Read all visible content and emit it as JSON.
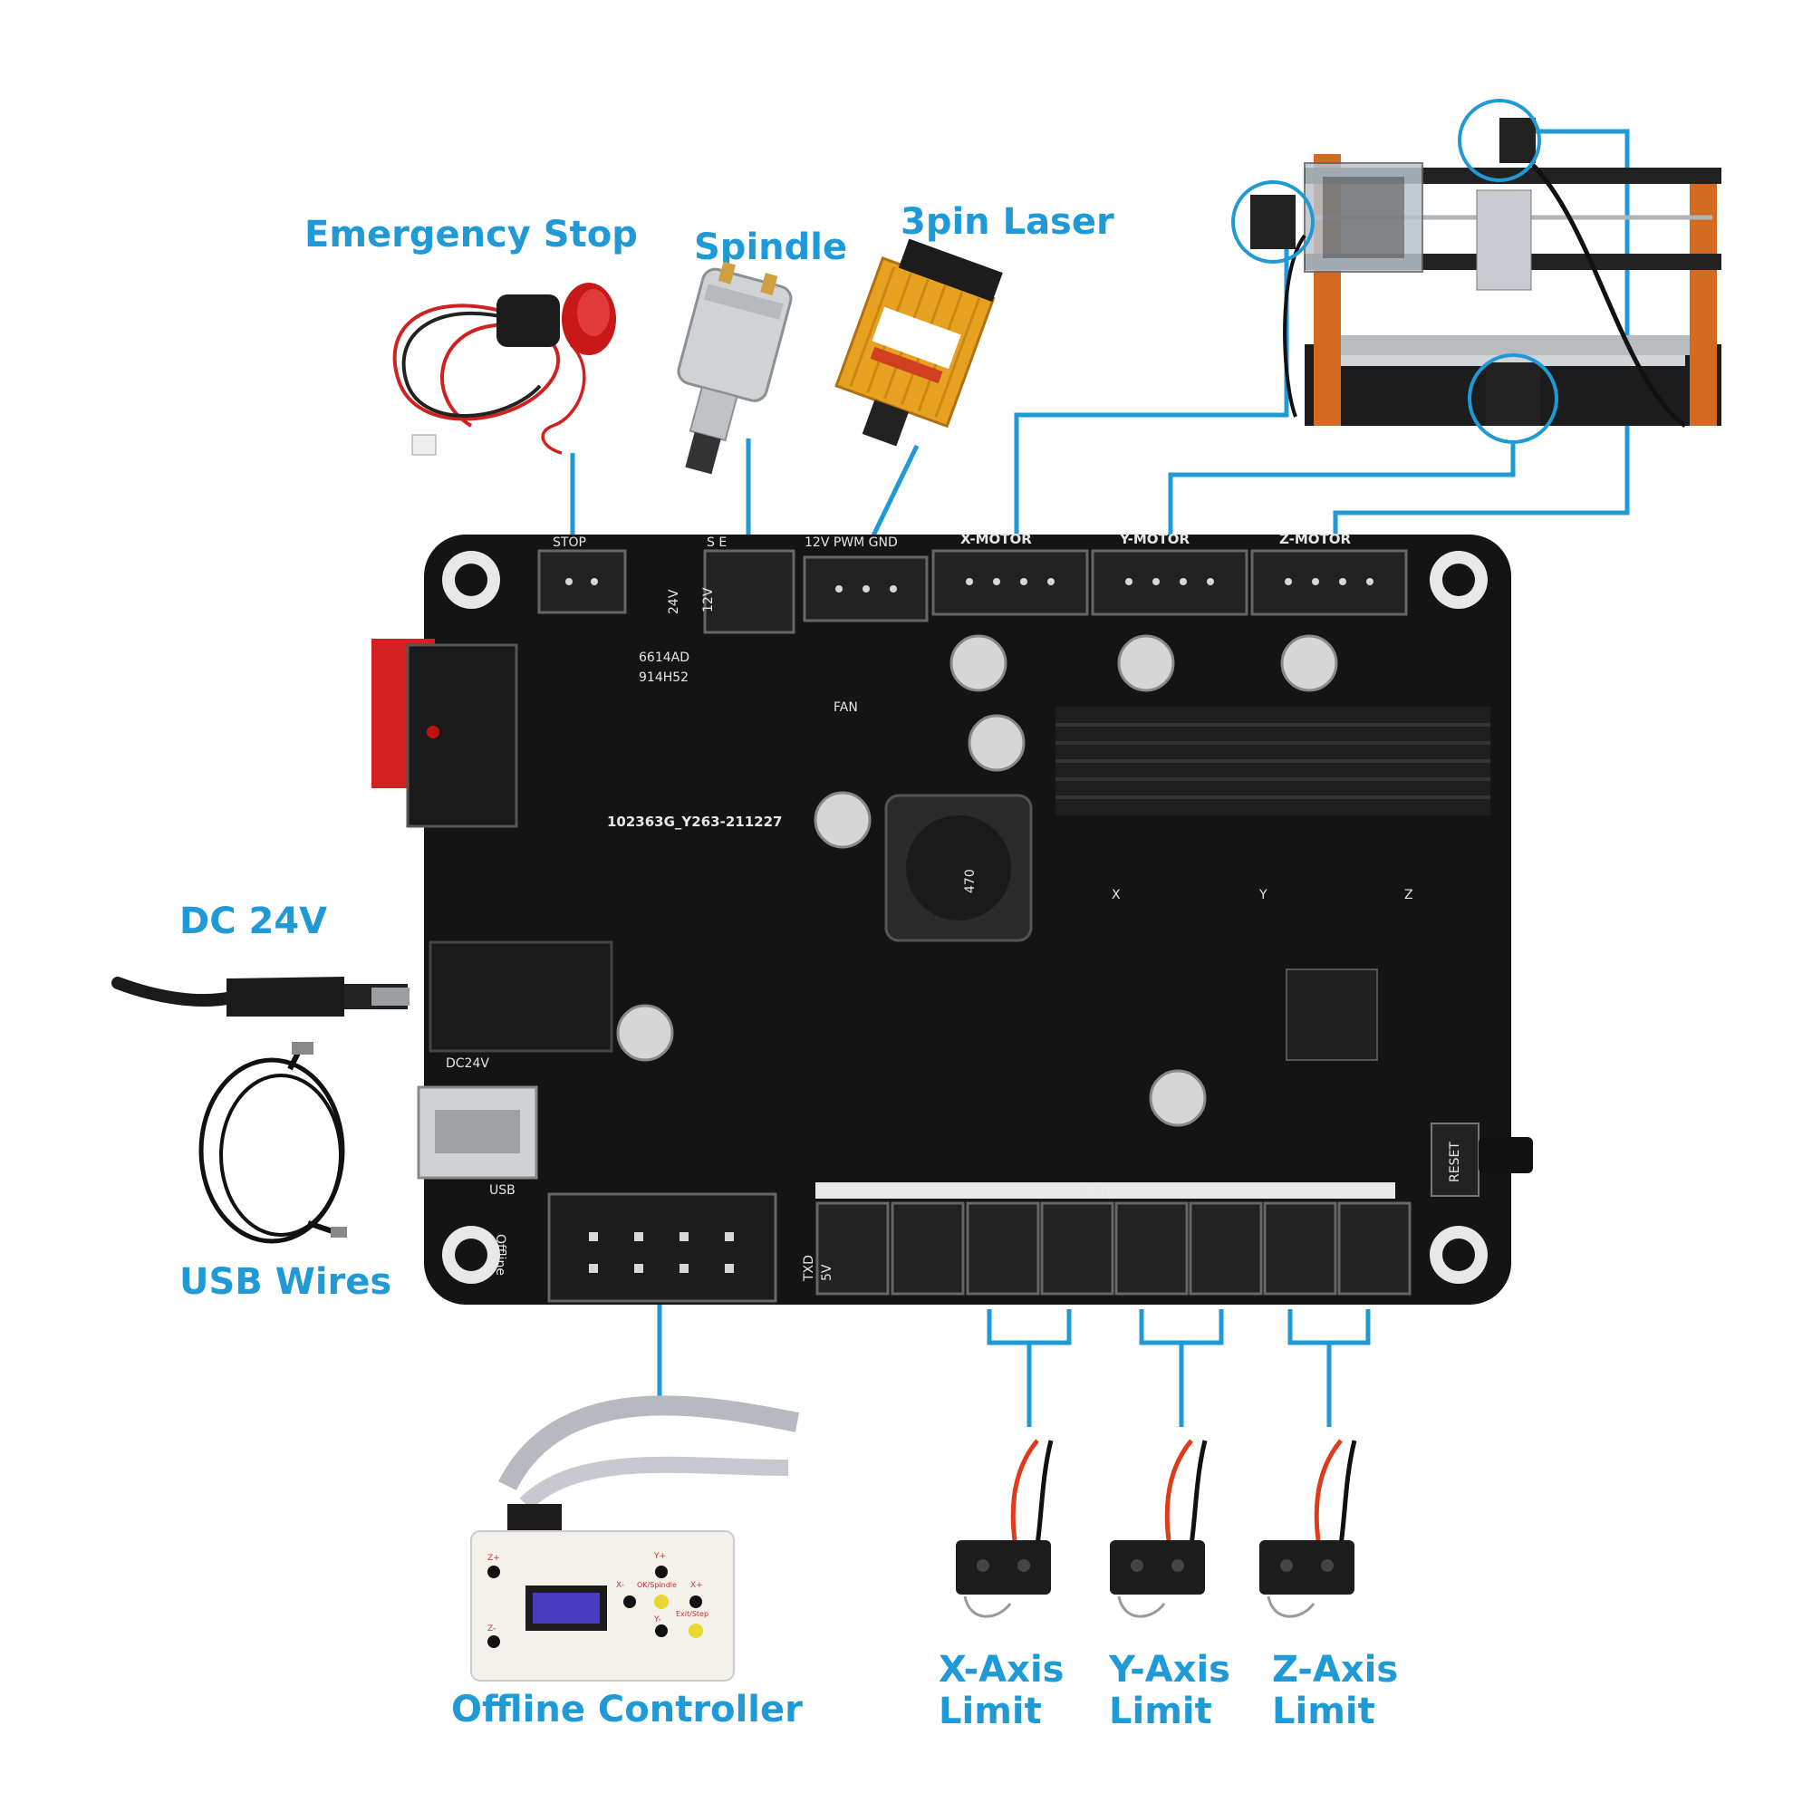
{
  "labels": {
    "emergency_stop": "Emergency Stop",
    "spindle": "Spindle",
    "laser": "3pin Laser",
    "dc_24v": "DC 24V",
    "usb_wires": "USB Wires",
    "offline_controller": "Offline Controller",
    "x_limit_1": "X-Axis",
    "x_limit_2": "Limit",
    "y_limit_1": "Y-Axis",
    "y_limit_2": "Limit",
    "z_limit_1": "Z-Axis",
    "z_limit_2": "Limit"
  },
  "board": {
    "stop": "STOP",
    "spindle_conn": "S       E",
    "laser_conn": "12V PWM GND",
    "x_motor": "X-MOTOR",
    "y_motor": "Y-MOTOR",
    "z_motor": "Z-MOTOR",
    "v24": "24V",
    "v12": "12V",
    "fan": "FAN",
    "pcb_id": "102363G_Y263-211227",
    "dc24v": "DC24V",
    "usb": "USB",
    "reset": "RESET",
    "gnd": "GND",
    "offline": "Offline",
    "txd": "TXD",
    "v5": "5V",
    "x": "X",
    "y": "Y",
    "z": "Z",
    "inductor": "470",
    "chip_a": "6614AD",
    "chip_b": "914H52"
  },
  "controller": {
    "y_plus": "Y+",
    "y_minus": "Y-",
    "x_minus": "X-",
    "x_plus": "X+",
    "ok": "OK/Spindle",
    "exit": "Exit/Step",
    "z_plus": "Z+",
    "z_minus": "Z-"
  },
  "colors": {
    "accent": "#1f9ad6",
    "board": "#141414"
  }
}
